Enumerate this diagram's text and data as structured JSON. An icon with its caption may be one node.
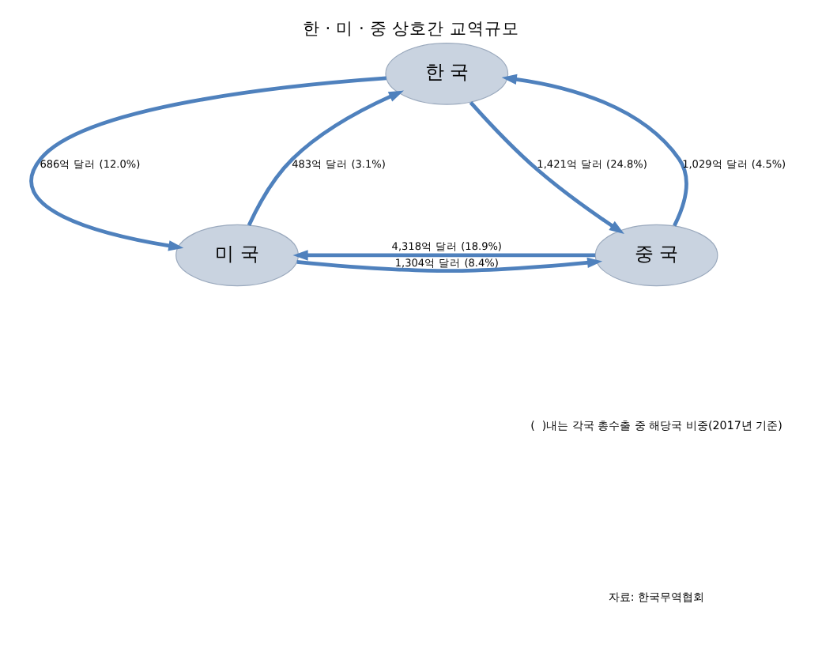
{
  "diagram": {
    "title": "한 · 미 · 중 상호간 교역규모",
    "nodes": [
      {
        "text": [
          "한 국"
        ]
      },
      {
        "text": [
          "미 국"
        ]
      },
      {
        "text": [
          "중 국"
        ]
      }
    ],
    "edges": [
      {
        "from": 0,
        "to": 1,
        "arrow": "to",
        "label": "686억 달러 (12.0%)"
      },
      {
        "from": 1,
        "to": 0,
        "arrow": "to",
        "label": "483억 달러 (3.1%)"
      },
      {
        "from": 0,
        "to": 2,
        "arrow": "to",
        "label": "1,421억 달러 (24.8%)"
      },
      {
        "from": 2,
        "to": 0,
        "arrow": "to",
        "label": "1,029억 달러 (4.5%)"
      },
      {
        "from": 1,
        "to": 2,
        "arrow": "to",
        "label": "1,304억 달러 (8.4%)"
      },
      {
        "from": 2,
        "to": 1,
        "arrow": "to",
        "label": "4,318억 달러 (18.9%)"
      }
    ],
    "labels": [
      "(  )내는 각국 총수출 중 해당국 비중(2017년 기준)",
      "자료: 한국무역협회"
    ]
  }
}
